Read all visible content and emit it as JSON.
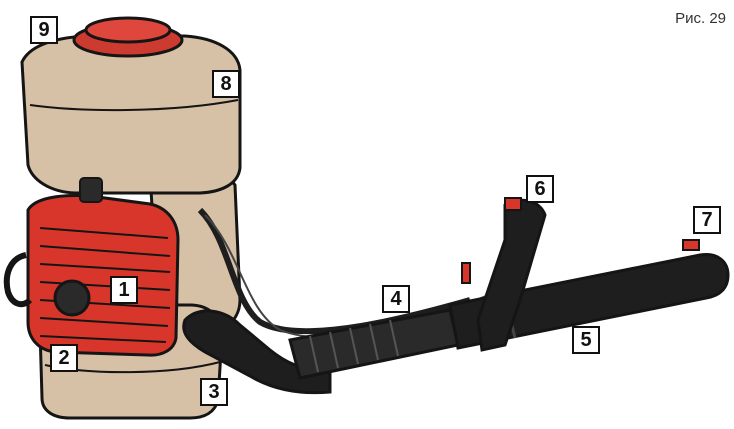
{
  "figure": {
    "caption": "Рис. 29"
  },
  "callouts": [
    "1",
    "2",
    "3",
    "4",
    "5",
    "6",
    "7",
    "8",
    "9"
  ],
  "colors": {
    "tank": "#d6c0a6",
    "lid": "#e0473c",
    "engine": "#d8362b",
    "hose": "#1e1e1e",
    "outline": "#151515"
  }
}
